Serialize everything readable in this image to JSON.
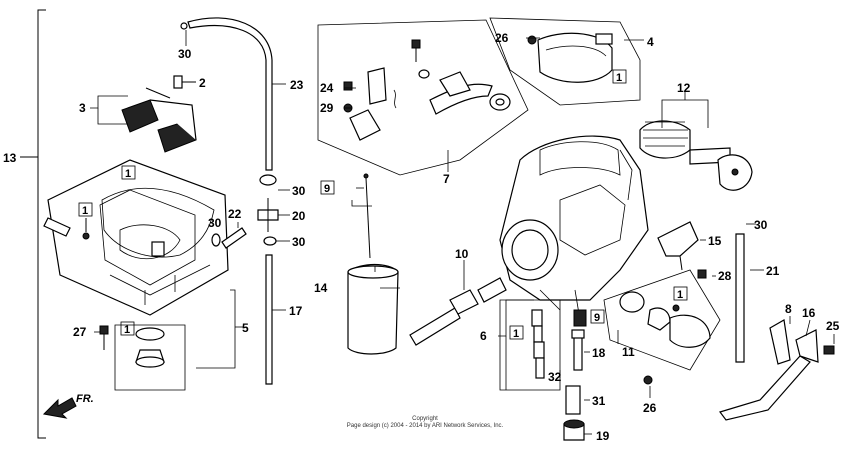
{
  "diagram": {
    "direction_label": "FR.",
    "copyright_line1": "Copyright",
    "copyright_line2": "Page design (c) 2004 - 2014 by ARI Network Services, Inc."
  },
  "callouts": [
    {
      "id": "c2",
      "text": "2"
    },
    {
      "id": "c3",
      "text": "3"
    },
    {
      "id": "c4",
      "text": "4"
    },
    {
      "id": "c5",
      "text": "5"
    },
    {
      "id": "c6",
      "text": "6"
    },
    {
      "id": "c7",
      "text": "7"
    },
    {
      "id": "c8",
      "text": "8"
    },
    {
      "id": "c10",
      "text": "10"
    },
    {
      "id": "c11",
      "text": "11"
    },
    {
      "id": "c12",
      "text": "12"
    },
    {
      "id": "c13",
      "text": "13"
    },
    {
      "id": "c14",
      "text": "14"
    },
    {
      "id": "c15",
      "text": "15"
    },
    {
      "id": "c16",
      "text": "16"
    },
    {
      "id": "c17",
      "text": "17"
    },
    {
      "id": "c18",
      "text": "18"
    },
    {
      "id": "c19",
      "text": "19"
    },
    {
      "id": "c20",
      "text": "20"
    },
    {
      "id": "c21",
      "text": "21"
    },
    {
      "id": "c22",
      "text": "22"
    },
    {
      "id": "c23",
      "text": "23"
    },
    {
      "id": "c24",
      "text": "24"
    },
    {
      "id": "c25",
      "text": "25"
    },
    {
      "id": "c26a",
      "text": "26"
    },
    {
      "id": "c26b",
      "text": "26"
    },
    {
      "id": "c27",
      "text": "27"
    },
    {
      "id": "c28",
      "text": "28"
    },
    {
      "id": "c29",
      "text": "29"
    },
    {
      "id": "c30a",
      "text": "30"
    },
    {
      "id": "c30b",
      "text": "30"
    },
    {
      "id": "c30c",
      "text": "30"
    },
    {
      "id": "c30d",
      "text": "30"
    },
    {
      "id": "c30e",
      "text": "30"
    },
    {
      "id": "c31",
      "text": "31"
    },
    {
      "id": "c32",
      "text": "32"
    }
  ],
  "boxed_callouts": [
    {
      "id": "b1a",
      "text": "1"
    },
    {
      "id": "b1b",
      "text": "1"
    },
    {
      "id": "b1c",
      "text": "1"
    },
    {
      "id": "b1d",
      "text": "1"
    },
    {
      "id": "b1e",
      "text": "1"
    },
    {
      "id": "b1f",
      "text": "1"
    },
    {
      "id": "b9a",
      "text": "9"
    },
    {
      "id": "b9b",
      "text": "9"
    }
  ]
}
